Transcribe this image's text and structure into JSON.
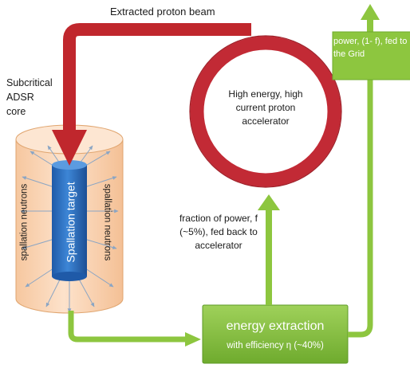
{
  "labels": {
    "beam": "Extracted proton beam",
    "core": "Subcritical ADSR core",
    "accelerator": "High energy, high current proton accelerator",
    "target": "Spallation target",
    "neutrons_left": "spallation neutrons",
    "neutrons_right": "spallation neutrons",
    "fraction": "fraction of power, f (~5%), fed back to accelerator",
    "grid": "power, (1- f), fed to the Grid",
    "energy_title": "energy extraction",
    "energy_sub": "with efficiency η (~40%)"
  },
  "colors": {
    "beam": "#c0272d",
    "ring": "#c22a35",
    "green": "#8dc63f",
    "green_dark": "#5c9a26",
    "core_fill": "#fbd5b3",
    "target": "#2f73c4"
  }
}
